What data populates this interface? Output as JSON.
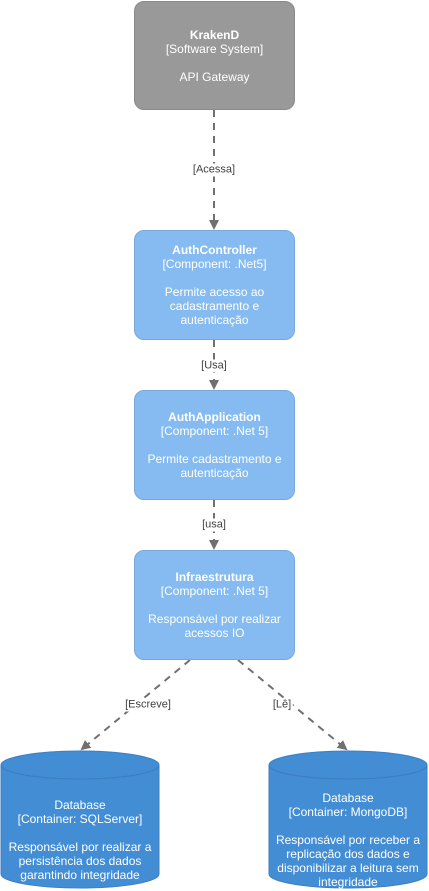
{
  "nodes": {
    "krakend": {
      "title": "KrakenD",
      "type": "[Software System]",
      "description": "API Gateway"
    },
    "auth_controller": {
      "title": "AuthController",
      "type": "[Component: .Net5]",
      "description": "Permite acesso ao cadastramento e autenticação"
    },
    "auth_application": {
      "title": "AuthApplication",
      "type": "[Component: .Net 5]",
      "description": "Permite cadastramento e autenticação"
    },
    "infraestrutura": {
      "title": "Infraestrutura",
      "type": "[Component: .Net 5]",
      "description": "Responsável por realizar acessos IO"
    },
    "db_sqlserver": {
      "title": "Database",
      "type": "[Container: SQLServer]",
      "description": "Responsável por realizar a persistência dos dados garantindo integridade"
    },
    "db_mongodb": {
      "title": "Database",
      "type": "[Container: MongoDB]",
      "description": "Responsável por receber a replicação dos dados e disponibilizar a leitura sem integridade"
    }
  },
  "edges": {
    "acessa": "[Acessa]",
    "usa_1": "[Usa]",
    "usa_2": "[usa]",
    "escreve": "[Escreve]",
    "le": "[Lê]"
  },
  "colors": {
    "software_system": "#999999",
    "component": "#85bbf0",
    "database": "#438dd5",
    "edge": "#707070"
  }
}
